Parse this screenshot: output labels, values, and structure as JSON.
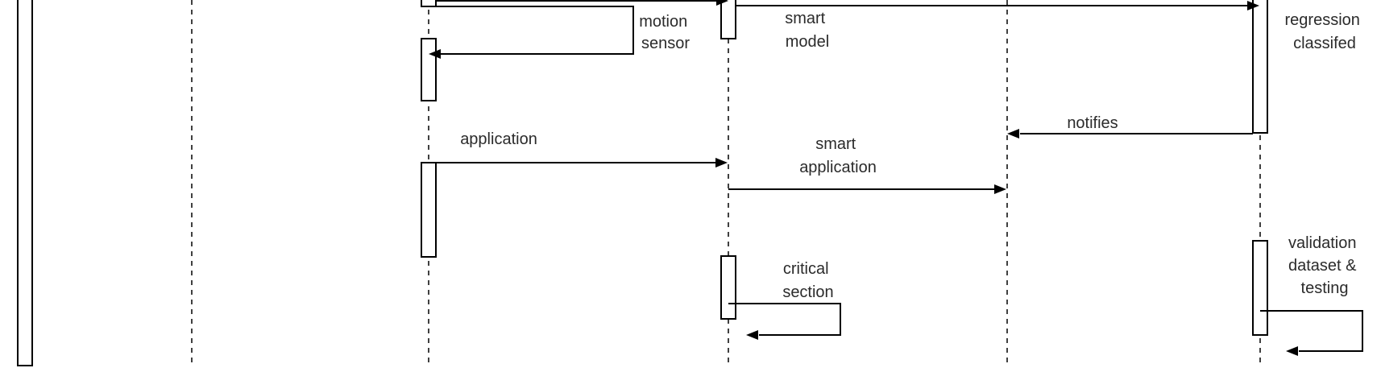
{
  "messages": {
    "motion_sensor": [
      "motion",
      "sensor"
    ],
    "smart_model": [
      "smart",
      "model"
    ],
    "regression_classified": [
      "regression",
      "classifed"
    ],
    "notifies": "notifies",
    "application": "application",
    "smart_application": [
      "smart",
      "application"
    ],
    "critical_section": [
      "critical",
      "section"
    ],
    "validation_testing": [
      "validation",
      "dataset &",
      "testing"
    ]
  },
  "colors": {
    "line": "#000000",
    "text": "#2b2b2b",
    "background": "#ffffff"
  }
}
